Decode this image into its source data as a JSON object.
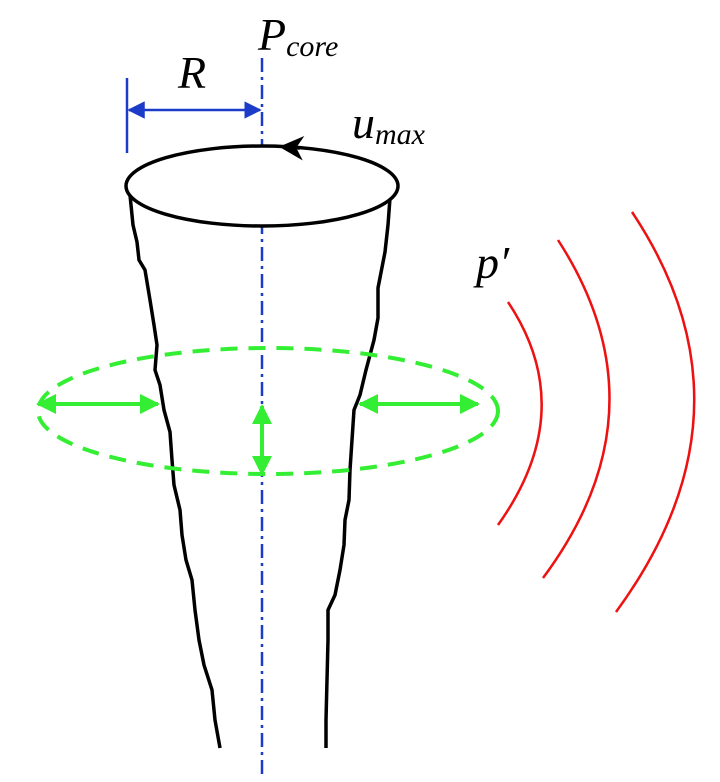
{
  "labels": {
    "p_core": {
      "main": "P",
      "sub": "core"
    },
    "radius": "R",
    "u_max": {
      "main": "u",
      "sub": "max"
    },
    "pressure_perturbation": "p′"
  },
  "colors": {
    "outline": "#000000",
    "axis": "#1a3cc8",
    "perturbation": "#33ee33",
    "acoustic": "#ee1111"
  },
  "acoustic_wave_count": 3
}
